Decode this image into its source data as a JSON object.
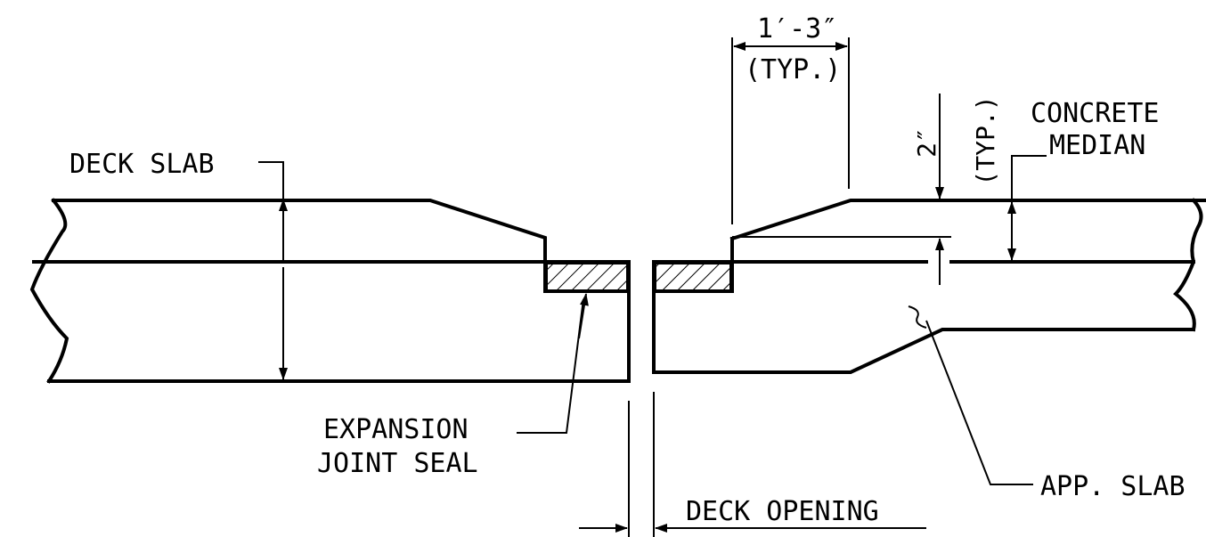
{
  "labels": {
    "deck_slab": "DECK SLAB",
    "concrete": "CONCRETE",
    "median": "MEDIAN",
    "expansion": "EXPANSION",
    "joint_seal": "JOINT SEAL",
    "app_slab": "APP. SLAB",
    "deck_opening": "DECK OPENING",
    "dim_width": "1′-3″",
    "dim_width_typ": "(TYP.)",
    "dim_depth": "2″",
    "dim_depth_typ": "(TYP.)"
  },
  "colors": {
    "ink": "#000000",
    "paper": "#ffffff"
  }
}
